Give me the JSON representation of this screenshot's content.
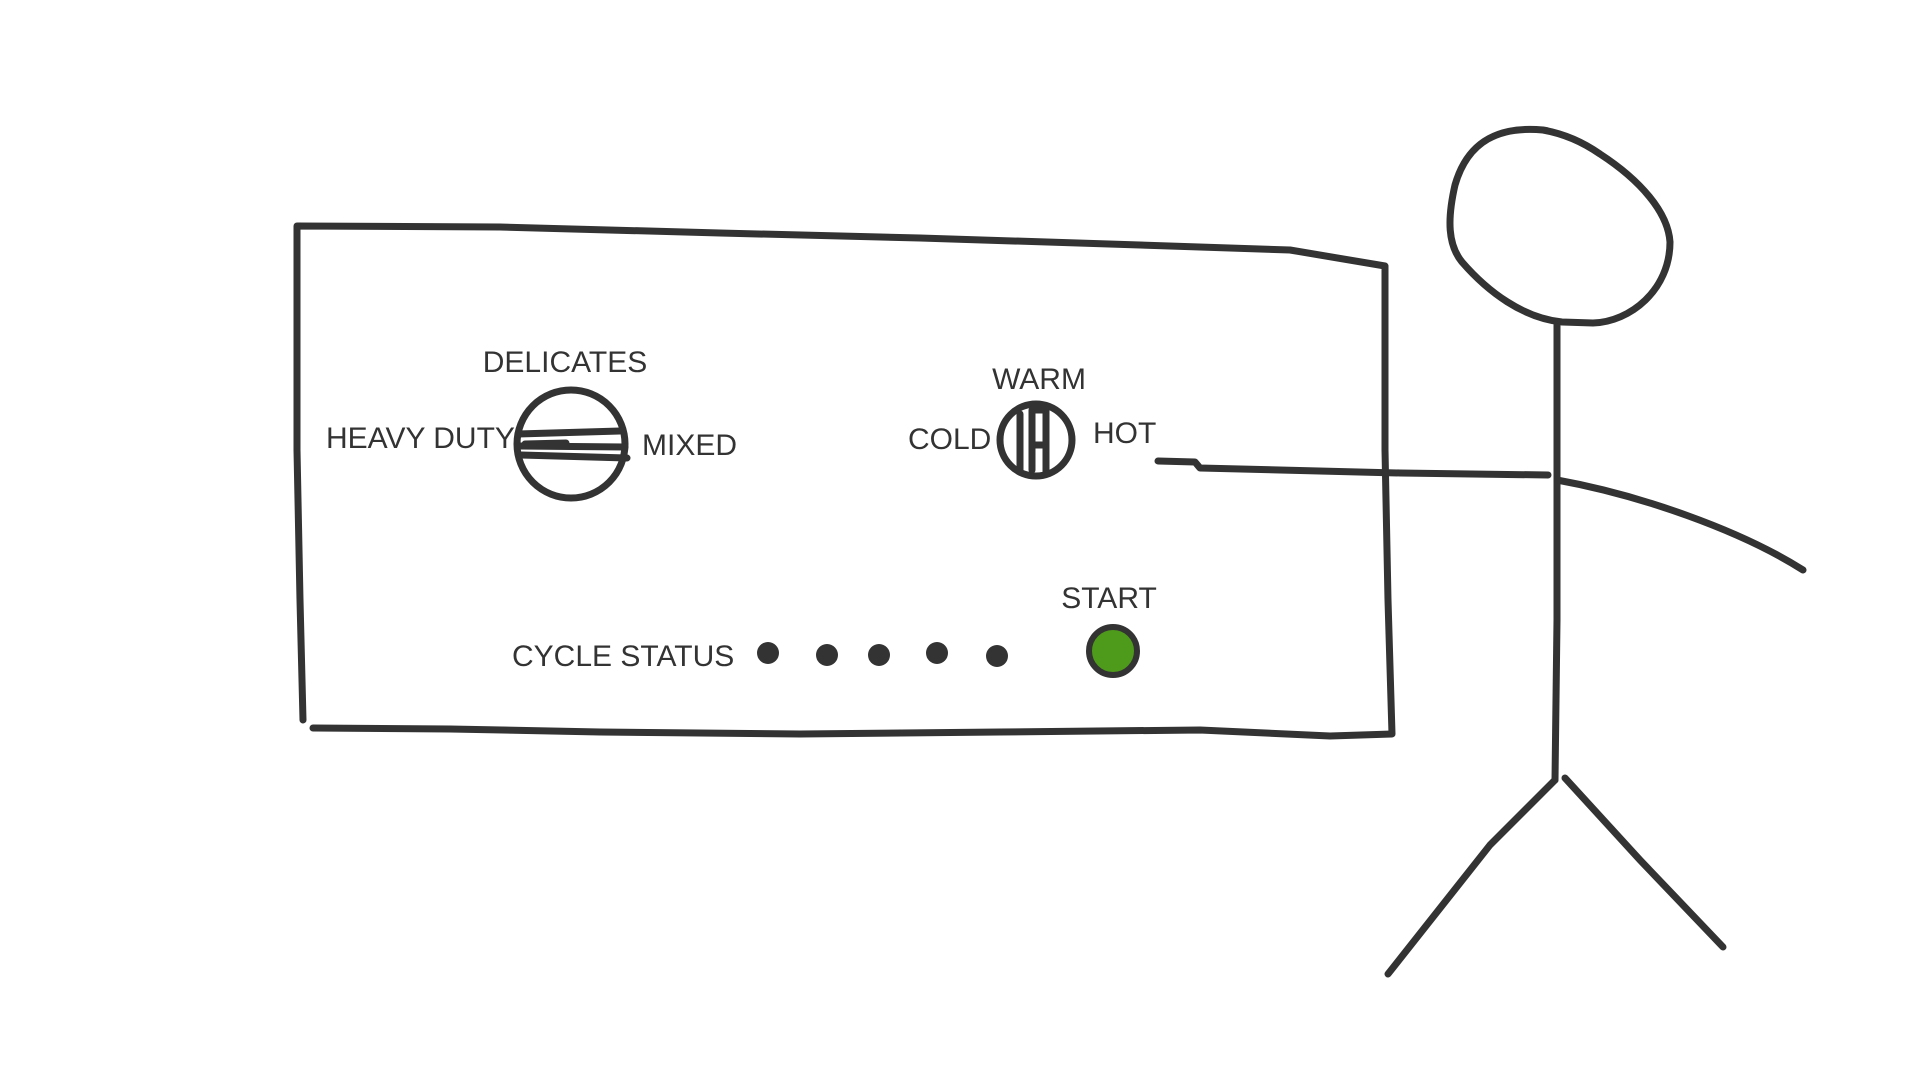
{
  "dial": {
    "top_label": "DELICATES",
    "left_label": "HEAVY DUTY",
    "right_label": "MIXED"
  },
  "temperature_switch": {
    "top_label": "WARM",
    "left_label": "COLD",
    "right_label": "HOT"
  },
  "cycle_status": {
    "label": "CYCLE STATUS",
    "indicator_count": 5
  },
  "start": {
    "label": "START",
    "color": "#4e9a1a",
    "border_color": "#333333"
  },
  "ink_color": "#333333",
  "background_color": "#ffffff"
}
